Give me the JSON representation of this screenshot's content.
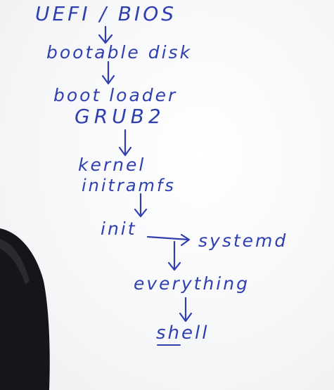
{
  "colors": {
    "ink": "#2f3fb0",
    "board": "#ffffff",
    "presenter": "#15161a"
  },
  "diagram": {
    "nodes": [
      {
        "id": "uefi",
        "text": "UEFI / BIOS"
      },
      {
        "id": "bootable",
        "text": "bootable disk"
      },
      {
        "id": "bootloader",
        "text": "boot loader"
      },
      {
        "id": "grub",
        "text": "GRUB2"
      },
      {
        "id": "kernel",
        "text": "kernel"
      },
      {
        "id": "initramfs",
        "text": "initramfs"
      },
      {
        "id": "init",
        "text": "init"
      },
      {
        "id": "systemd",
        "text": "systemd"
      },
      {
        "id": "everything",
        "text": "everything"
      },
      {
        "id": "shell",
        "text": "shell"
      }
    ],
    "edges": [
      {
        "from": "uefi",
        "to": "bootable"
      },
      {
        "from": "bootable",
        "to": "bootloader"
      },
      {
        "from": "grub",
        "to": "kernel"
      },
      {
        "from": "initramfs",
        "to": "init"
      },
      {
        "from": "init",
        "to": "systemd"
      },
      {
        "from": "init",
        "to": "everything"
      },
      {
        "from": "everything",
        "to": "shell"
      }
    ]
  }
}
